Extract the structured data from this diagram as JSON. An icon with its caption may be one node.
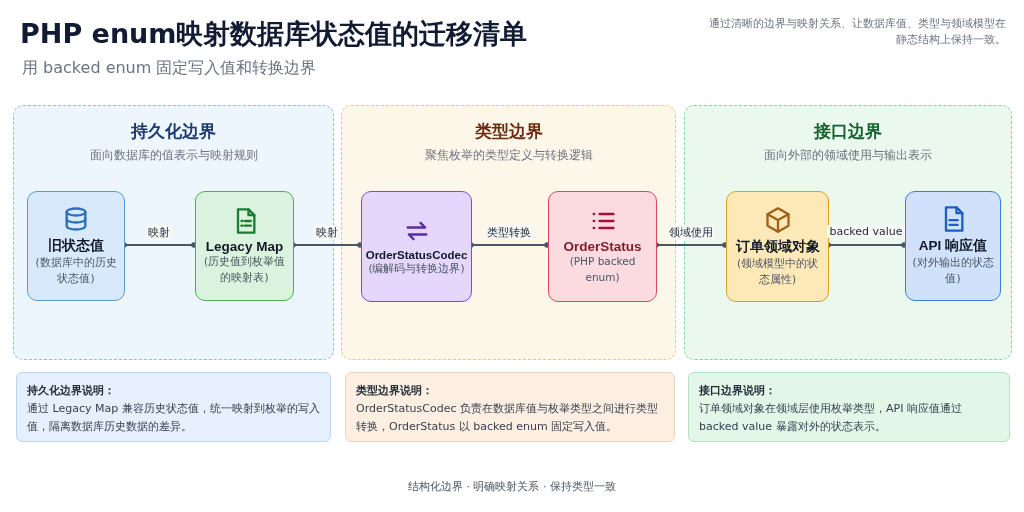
{
  "diagram": {
    "title": "PHP enum映射数据库状态值的迁移清单",
    "caption": "结构化边界 · 明确映射关系 · 保持类型一致",
    "nodes": [
      {
        "text": [
          "持久化边界",
          "面向数据库的值表示与映射规则"
        ]
      },
      {
        "text": [
          "旧状态值",
          "(数据库中的历史状态值)"
        ],
        "in": 0
      },
      {
        "text": [
          "Legacy Map",
          "(历史值到枚举值的映射表)"
        ],
        "in": 0
      },
      {
        "text": [
          "类型边界",
          "聚焦枚举的类型定义与转换逻辑"
        ]
      },
      {
        "text": [
          "OrderStatusCodec",
          "(编解码与转换边界)"
        ],
        "in": 3
      },
      {
        "text": [
          "OrderStatus",
          "(PHP backed enum)"
        ],
        "in": 3
      },
      {
        "text": [
          "接口边界",
          "面向外部的领域使用与输出表示"
        ]
      },
      {
        "text": [
          "订单领域对象",
          "(领域模型中的状态属性)"
        ],
        "in": 6
      },
      {
        "text": [
          "API 响应值",
          "(对外输出的状态值)"
        ],
        "in": 6
      },
      {
        "text": [
          "持久化边界说明：",
          "通过 Legacy Map 兼容历史状态值，统一映射到枚举的写入值，隔离数据库历史数据的差异。"
        ]
      },
      {
        "text": [
          "类型边界说明：",
          "OrderStatusCodec 负责在数据库值与枚举类型之间进行类型转换，OrderStatus 以 backed enum 固定写入值。"
        ]
      },
      {
        "text": [
          "接口边界说明：",
          "订单领域对象在领域层使用枚举类型，API 响应值通过 backed value 暴露对外的状态表示。"
        ]
      }
    ],
    "edges": [
      {
        "from": 1,
        "to": 2,
        "arrow": "other",
        "label": "映射"
      },
      {
        "from": 2,
        "to": 4,
        "arrow": "other",
        "label": "映射"
      },
      {
        "from": 4,
        "to": 5,
        "arrow": "other",
        "label": "类型转换"
      },
      {
        "from": 5,
        "to": 7,
        "arrow": "other",
        "label": "领域使用"
      },
      {
        "from": 7,
        "to": 8,
        "arrow": "other",
        "label": "backed value"
      }
    ],
    "labels": [
      "用 backed enum 固定写入值和转换边界",
      "通过清晰的边界与映射关系、让数据库值、类型与领域模型在静态结构上保持一致。"
    ]
  }
}
